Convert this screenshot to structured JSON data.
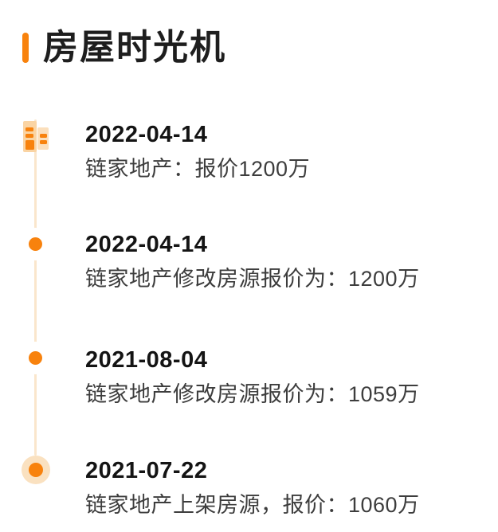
{
  "header": {
    "title": "房屋时光机"
  },
  "colors": {
    "accent_orange": "#F8820D",
    "timeline_line": "#FAE6CC",
    "halo_orange": "#FAE1C0",
    "icon_building_left": "#FAD4A3",
    "icon_building_right": "#FBDFBC",
    "date_text": "#141414",
    "body_text": "#3d3d3d"
  },
  "timeline": {
    "entries": [
      {
        "date": "2022-04-14",
        "text": "链家地产：报价1200万",
        "marker": "building-icon"
      },
      {
        "date": "2022-04-14",
        "text": "链家地产修改房源报价为：1200万",
        "marker": "dot"
      },
      {
        "date": "2021-08-04",
        "text": "链家地产修改房源报价为：1059万",
        "marker": "dot"
      },
      {
        "date": "2021-07-22",
        "text": "链家地产上架房源，报价：1060万",
        "marker": "dot-halo"
      }
    ]
  }
}
